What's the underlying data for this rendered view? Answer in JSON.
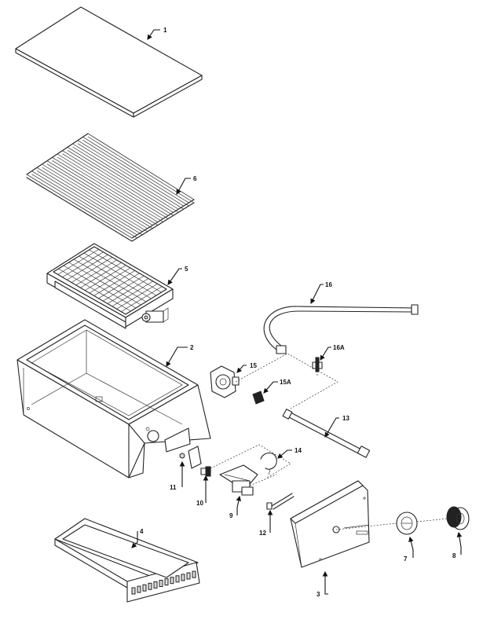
{
  "callouts": {
    "p1": "1",
    "p2": "2",
    "p3": "3",
    "p4": "4",
    "p5": "5",
    "p6": "6",
    "p7": "7",
    "p8": "8",
    "p9": "9",
    "p10": "10",
    "p11": "11",
    "p12": "12",
    "p13": "13",
    "p14": "14",
    "p15": "15",
    "p15a": "15A",
    "p16": "16",
    "p16a": "16A"
  }
}
